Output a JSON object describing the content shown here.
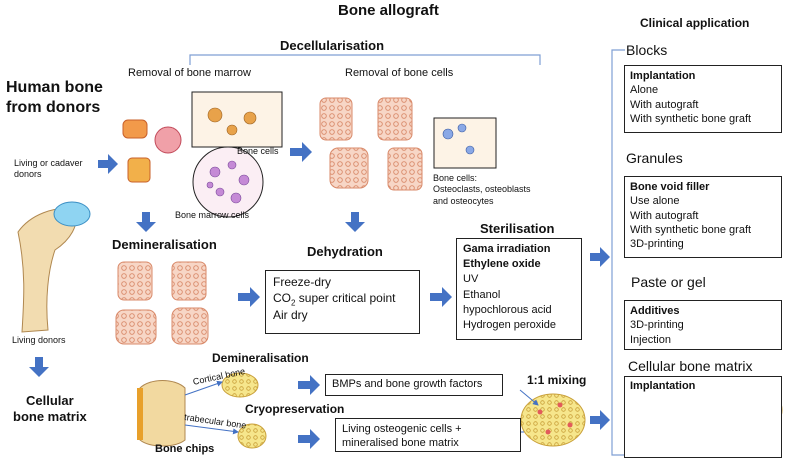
{
  "title": "Bone allograft",
  "source": {
    "heading_line1": "Human bone",
    "heading_line2": "from donors",
    "living_cadaver": "Living or cadaver donors",
    "living_donors": "Living donors",
    "cellular_line1": "Cellular",
    "cellular_line2": "bone matrix"
  },
  "decellularisation": {
    "heading": "Decellularisation",
    "marrow_removal": "Removal of bone marrow",
    "cell_removal": "Removal of bone cells",
    "bone_cells_label": "Bone cells",
    "marrow_cells_label": "Bone marrow cells",
    "cells_note_line1": "Bone cells:",
    "cells_note_line2": "Osteoclasts, osteoblasts",
    "cells_note_line3": "and osteocytes"
  },
  "demineralisation": {
    "heading": "Demineralisation"
  },
  "dehydration": {
    "heading": "Dehydration",
    "methods": [
      "Freeze-dry",
      "CO₂ super critical point",
      "Air dry"
    ]
  },
  "sterilisation": {
    "heading": "Sterilisation",
    "methods_bold": [
      "Gama irradiation",
      "Ethylene oxide"
    ],
    "methods": [
      "UV",
      "Ethanol",
      "hypochlorous acid",
      "Hydrogen peroxide"
    ]
  },
  "bone_chips": {
    "cortical": "Cortical bone",
    "trabecular": "trabecular bone",
    "label": "Bone chips",
    "demineralisation": "Demineralisation",
    "cryopreservation": "Cryopreservation",
    "bmp_box": "BMPs and bone growth factors",
    "cells_box_line1": "Living osteogenic cells +",
    "cells_box_line2": "mineralised bone matrix",
    "mixing": "1:1 mixing"
  },
  "clinical": {
    "heading": "Clinical application",
    "blocks": {
      "title": "Blocks",
      "box_title": "Implantation",
      "items": [
        "Alone",
        "With autograft",
        "With synthetic bone graft"
      ]
    },
    "granules": {
      "title": "Granules",
      "box_title": "Bone void filler",
      "items": [
        "Use alone",
        "With autograft",
        "With synthetic bone graft",
        "3D-printing"
      ]
    },
    "paste": {
      "title": "Paste or gel",
      "box_title": "Additives",
      "items": [
        "3D-printing",
        "Injection"
      ]
    },
    "cellular": {
      "title": "Cellular bone matrix",
      "box_title": "Implantation"
    }
  },
  "colors": {
    "arrow": "#4472c4",
    "bracket": "#7f9fd4",
    "bone_pink": "#f4c9b5",
    "bone_line": "#d98a6a",
    "chip_yellow": "#f3e07a",
    "paste_orange": "#f28a2e"
  }
}
